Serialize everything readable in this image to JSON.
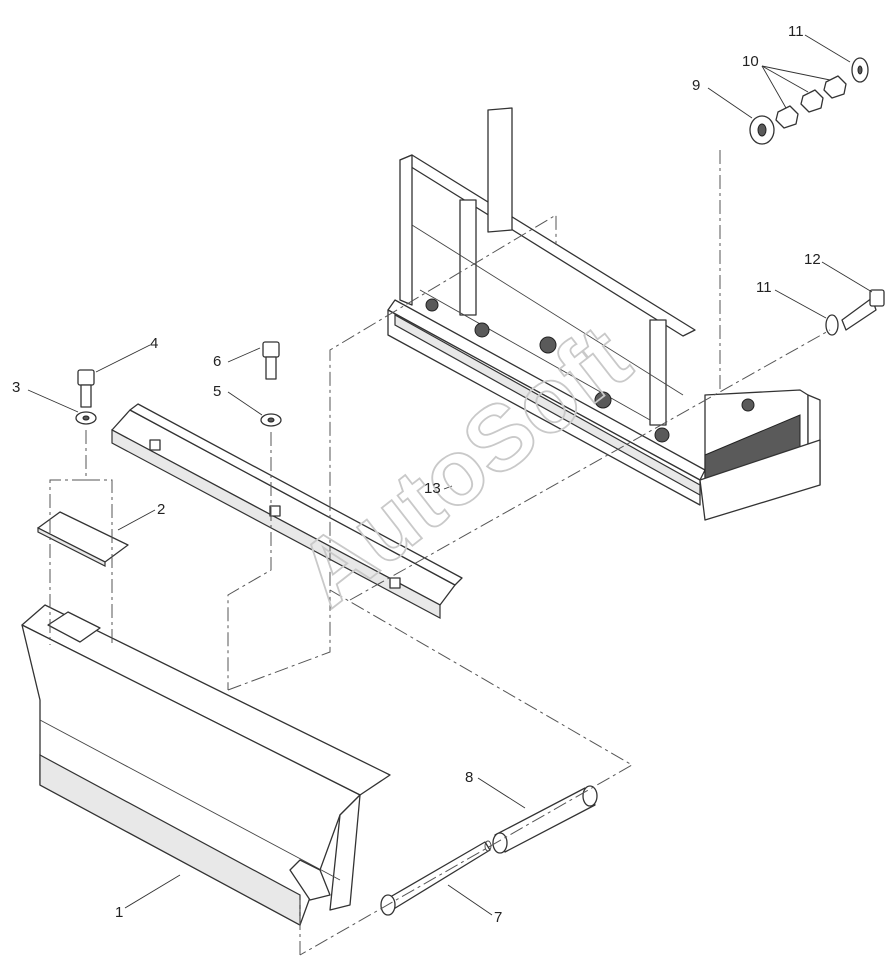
{
  "watermark": "AutoSoft",
  "callouts": [
    {
      "id": "c1",
      "label": "1"
    },
    {
      "id": "c2",
      "label": "2"
    },
    {
      "id": "c3",
      "label": "3"
    },
    {
      "id": "c4",
      "label": "4"
    },
    {
      "id": "c5",
      "label": "5"
    },
    {
      "id": "c6",
      "label": "6"
    },
    {
      "id": "c7",
      "label": "7"
    },
    {
      "id": "c8",
      "label": "8"
    },
    {
      "id": "c9",
      "label": "9"
    },
    {
      "id": "c10",
      "label": "10"
    },
    {
      "id": "c11a",
      "label": "11"
    },
    {
      "id": "c11b",
      "label": "11"
    },
    {
      "id": "c12",
      "label": "12"
    },
    {
      "id": "c13",
      "label": "13"
    }
  ]
}
